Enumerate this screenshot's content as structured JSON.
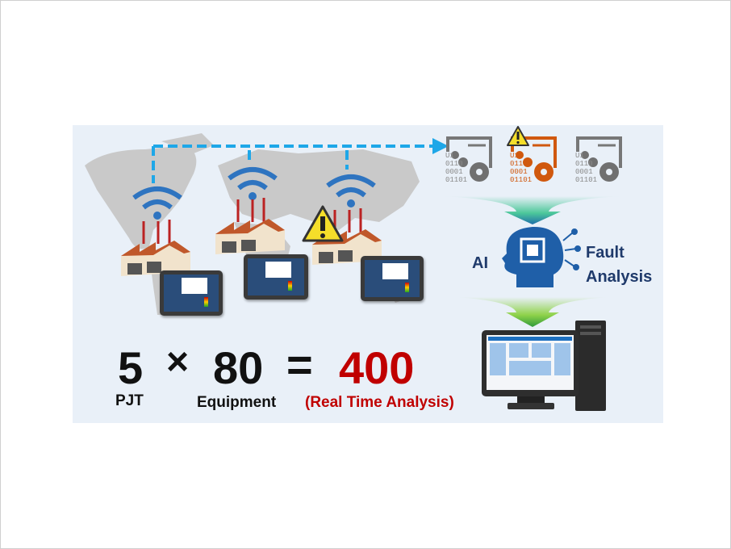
{
  "equation": {
    "pjt_count": "5",
    "times": "×",
    "equipment_count": "80",
    "equals": "=",
    "total": "400",
    "pjt_label": "PJT",
    "equipment_label": "Equipment",
    "total_label": "(Real Time Analysis)"
  },
  "ai": {
    "label": "AI",
    "fault_line1": "Fault",
    "fault_line2": "Analysis"
  },
  "code_lines": [
    "U1",
    "0110",
    "0001",
    "01101"
  ],
  "colors": {
    "accent_blue": "#1ea7e8",
    "wifi_blue": "#2e74c0",
    "alert_orange": "#d0580e",
    "total_red": "#c00000",
    "navy": "#1f3a6b",
    "panel_bg": "#e9f0f8"
  }
}
